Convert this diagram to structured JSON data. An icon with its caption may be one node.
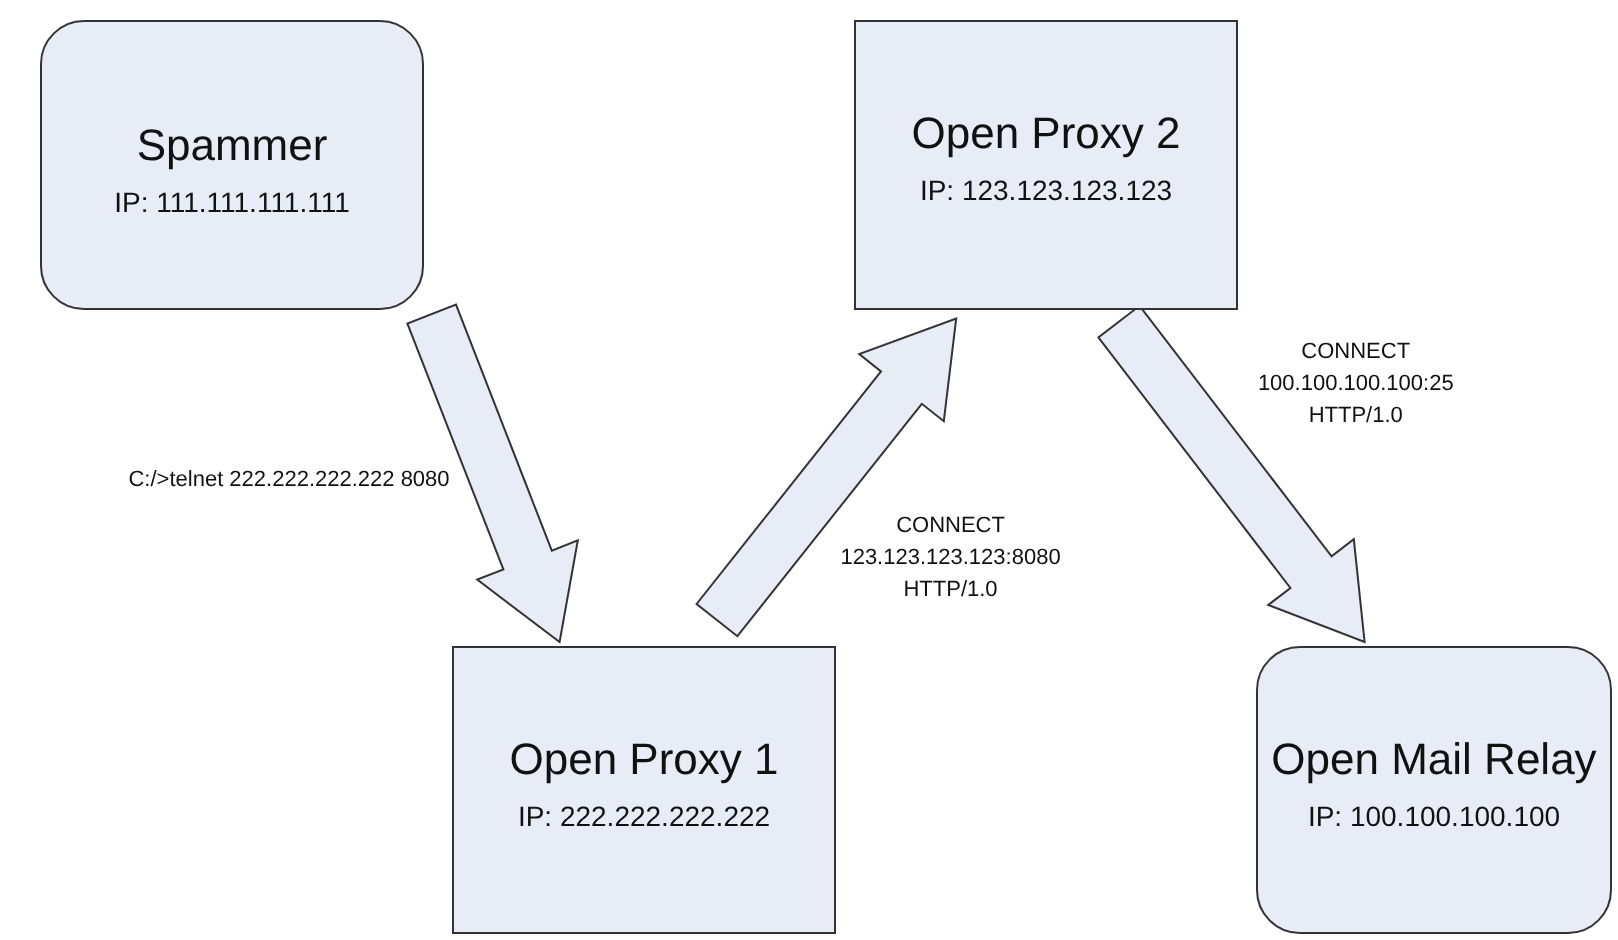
{
  "diagram": {
    "nodes": [
      {
        "text": [
          "Spammer",
          "IP: 111.111.111.111"
        ]
      },
      {
        "text": [
          "Open Proxy 2",
          "IP: 123.123.123.123"
        ]
      },
      {
        "text": [
          "Open Proxy 1",
          "IP: 222.222.222.222"
        ]
      },
      {
        "text": [
          "Open Mail Relay",
          "IP: 100.100.100.100"
        ]
      }
    ],
    "edges": [
      {
        "from": 0,
        "to": 2,
        "arrow": "to",
        "label": "C:/>telnet 222.222.222.222 8080"
      },
      {
        "from": 2,
        "to": 1,
        "arrow": "to",
        "label": "CONNECT 123.123.123.123:8080 HTTP/1.0"
      },
      {
        "from": 1,
        "to": 3,
        "arrow": "to",
        "label": "CONNECT 100.100.100.100:25 HTTP/1.0"
      }
    ]
  }
}
